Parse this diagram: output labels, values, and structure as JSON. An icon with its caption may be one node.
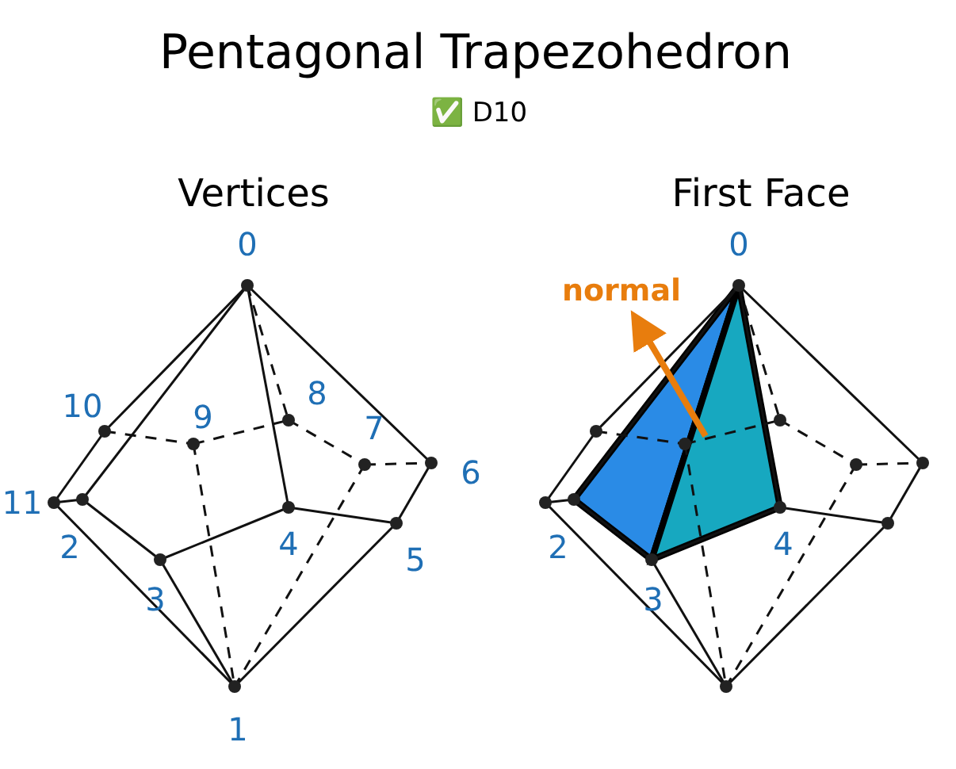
{
  "diagram": {
    "title": "Pentagonal Trapezohedron",
    "labels": [
      "✅ D10",
      "Vertices",
      "First Face",
      "0",
      "10",
      "9",
      "8",
      "7",
      "6",
      "11",
      "2",
      "3",
      "4",
      "5",
      "1",
      "0",
      "normal",
      "2",
      "3",
      "4"
    ]
  }
}
